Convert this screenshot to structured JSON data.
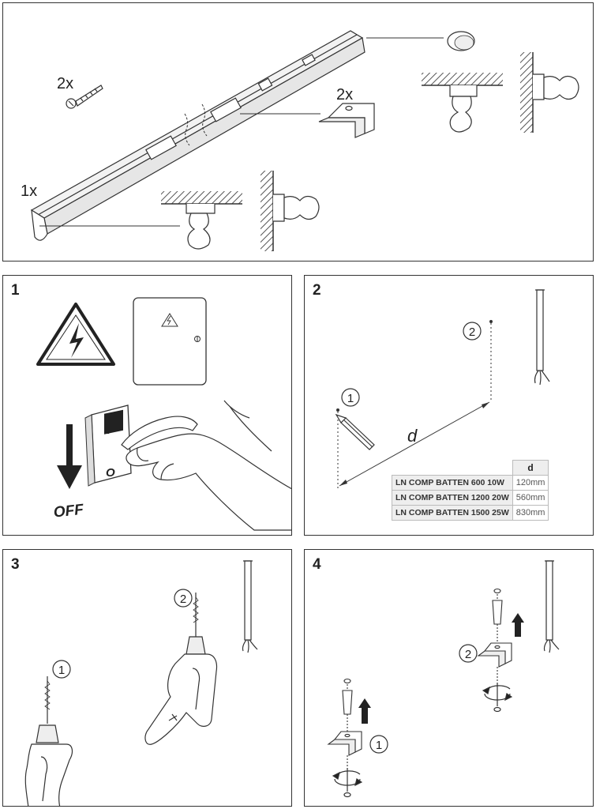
{
  "overview": {
    "screw_qty": "2x",
    "bracket_qty": "2x",
    "batten_qty": "1x"
  },
  "steps": [
    {
      "number": "1",
      "switch_on_label": "I",
      "switch_off_label": "O",
      "off_label": "OFF"
    },
    {
      "number": "2",
      "point1": "1",
      "point2": "2",
      "distance_label": "d"
    },
    {
      "number": "3",
      "point1": "1",
      "point2": "2"
    },
    {
      "number": "4",
      "point1": "1",
      "point2": "2"
    }
  ],
  "distance_table": {
    "header": "d",
    "rows": [
      {
        "model": "LN COMP BATTEN 600 10W",
        "d": "120mm"
      },
      {
        "model": "LN COMP BATTEN 1200 20W",
        "d": "560mm"
      },
      {
        "model": "LN COMP BATTEN 1500 25W",
        "d": "830mm"
      }
    ]
  }
}
